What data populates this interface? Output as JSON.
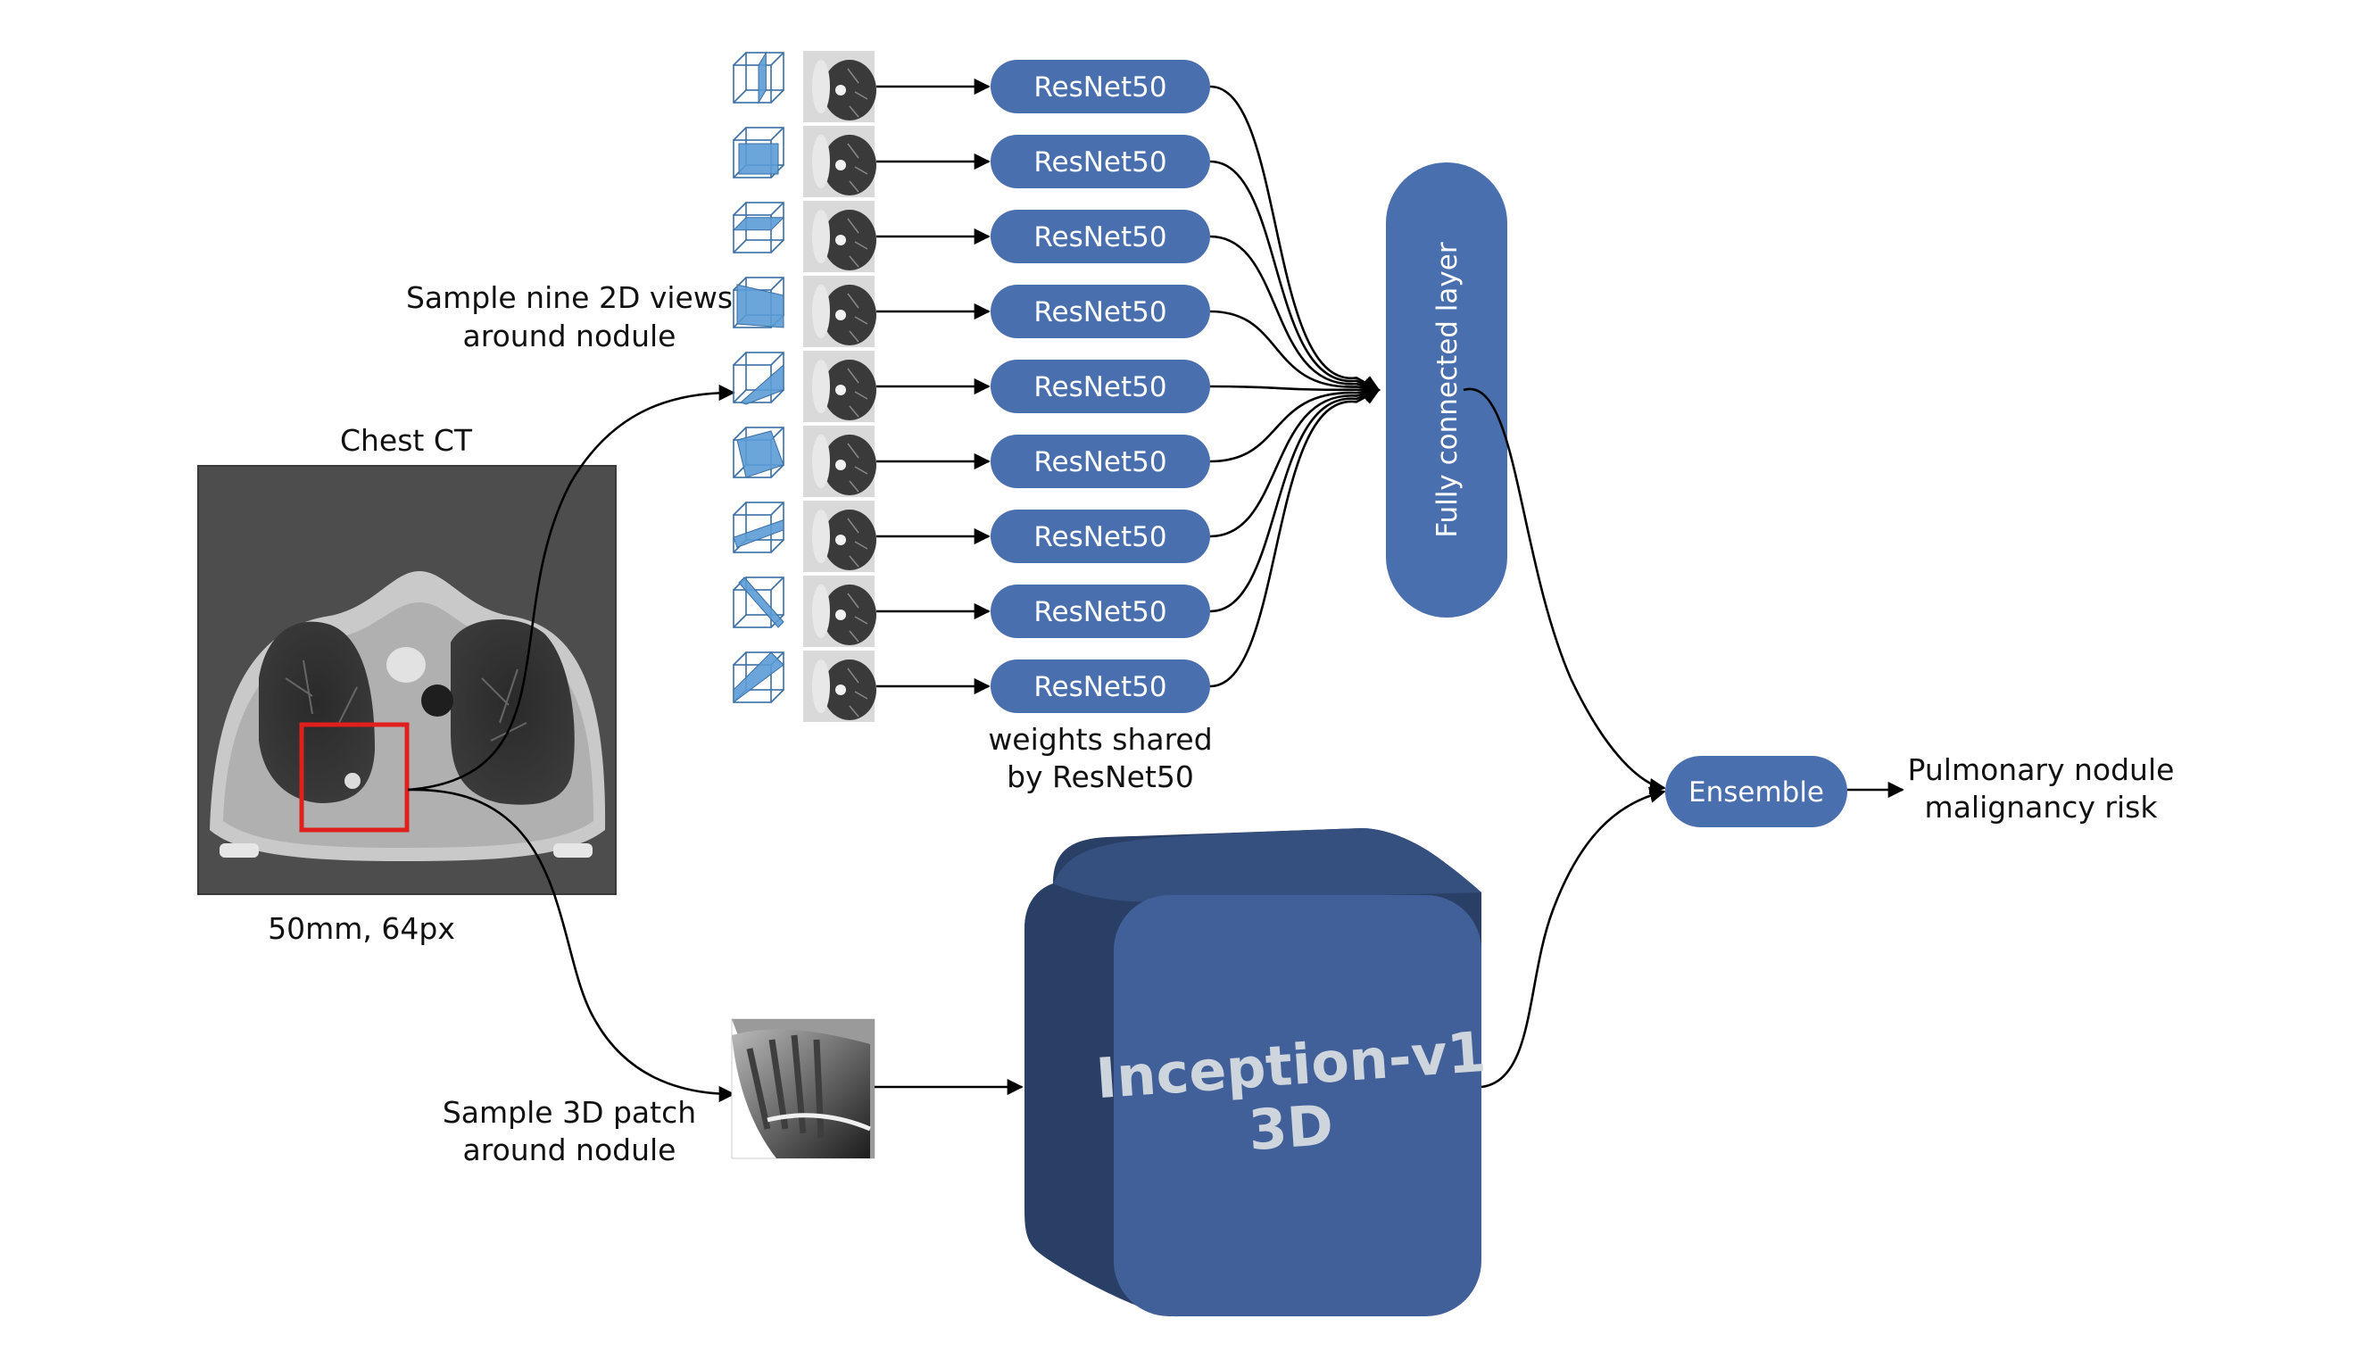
{
  "labels": {
    "chest_ct_title": "Chest CT",
    "patch_size": "50mm, 64px",
    "sample_2d_line1": "Sample nine 2D views",
    "sample_2d_line2": "around nodule",
    "sample_3d_line1": "Sample 3D patch",
    "sample_3d_line2": "around nodule",
    "weights_line1": "weights shared",
    "weights_line2": "by ResNet50",
    "fully_connected": "Fully connected layer",
    "ensemble": "Ensemble",
    "output_line1": "Pulmonary nodule",
    "output_line2": "malignancy risk",
    "inception_line1": "Inception-v1",
    "inception_line2": "3D"
  },
  "branches": [
    {
      "view": "sagittal",
      "model": "ResNet50"
    },
    {
      "view": "coronal",
      "model": "ResNet50"
    },
    {
      "view": "axial",
      "model": "ResNet50"
    },
    {
      "view": "oblique-1",
      "model": "ResNet50"
    },
    {
      "view": "oblique-2",
      "model": "ResNet50"
    },
    {
      "view": "oblique-3",
      "model": "ResNet50"
    },
    {
      "view": "oblique-4",
      "model": "ResNet50"
    },
    {
      "view": "diagonal-1",
      "model": "ResNet50"
    },
    {
      "view": "diagonal-2",
      "model": "ResNet50"
    }
  ],
  "colors": {
    "pill": "#4a6fae",
    "fc_layer": "#4a6fae",
    "inception_front": "#41609a",
    "inception_side": "#2a3f66",
    "inception_top": "#35507f",
    "roi_box": "#e0201c",
    "cube_fill": "#5b9bd5",
    "cube_edge": "#3a6ea5"
  }
}
